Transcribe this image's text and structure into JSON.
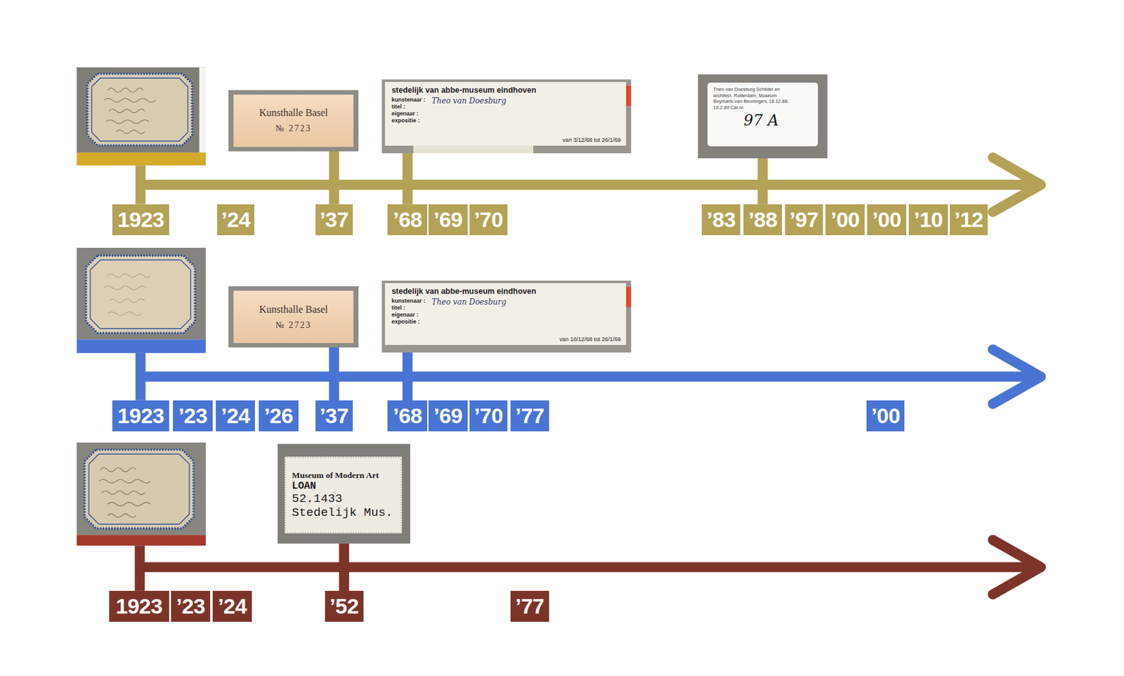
{
  "diagram": {
    "nodes": [
      {
        "text": [
          "Kunsthalle Basel",
          "№ 2723"
        ]
      },
      {
        "text": [
          "stedelijk van abbe-museum eindhoven",
          "kunstenaar :",
          "titel :",
          "eigenaar :",
          "expositie :",
          "Theo van Doesburg",
          "van 3/12/68 tot 26/1/69"
        ]
      },
      {
        "text": [
          "Theo van Doesburg Schilder en architect. Rotterdam, Museum Boymans-van Beuningen, 18.12.88-19.2.89 Cat.nr.",
          "97 A"
        ]
      },
      {
        "text": [
          "1923"
        ]
      },
      {
        "text": [
          "’24"
        ]
      },
      {
        "text": [
          "’37"
        ]
      },
      {
        "text": [
          "’68"
        ]
      },
      {
        "text": [
          "’69"
        ]
      },
      {
        "text": [
          "’70"
        ]
      },
      {
        "text": [
          "’83"
        ]
      },
      {
        "text": [
          "’88"
        ]
      },
      {
        "text": [
          "’97"
        ]
      },
      {
        "text": [
          "’00"
        ]
      },
      {
        "text": [
          "’00"
        ]
      },
      {
        "text": [
          "’10"
        ]
      },
      {
        "text": [
          "’12"
        ]
      },
      {
        "text": [
          "Kunsthalle Basel",
          "№ 2723"
        ]
      },
      {
        "text": [
          "stedelijk van abbe-museum eindhoven",
          "kunstenaar :",
          "titel :",
          "eigenaar :",
          "expositie :",
          "Theo van Doesburg",
          "van 10/12/68 tot 26/1/69"
        ]
      },
      {
        "text": [
          "1923"
        ]
      },
      {
        "text": [
          "’23"
        ]
      },
      {
        "text": [
          "’24"
        ]
      },
      {
        "text": [
          "’26"
        ]
      },
      {
        "text": [
          "’37"
        ]
      },
      {
        "text": [
          "’68"
        ]
      },
      {
        "text": [
          "’69"
        ]
      },
      {
        "text": [
          "’70"
        ]
      },
      {
        "text": [
          "’77"
        ]
      },
      {
        "text": [
          "’00"
        ]
      },
      {
        "text": [
          "Museum of Modern Art",
          "LOAN",
          "52.1433",
          "Stedelijk Mus."
        ]
      },
      {
        "text": [
          "1923"
        ]
      },
      {
        "text": [
          "’23"
        ]
      },
      {
        "text": [
          "’24"
        ]
      },
      {
        "text": [
          "’52"
        ]
      },
      {
        "text": [
          "’77"
        ]
      }
    ],
    "edges": [
      {
        "from": 0,
        "to": 5,
        "arrow": "none"
      },
      {
        "from": 1,
        "to": 6,
        "arrow": "none"
      },
      {
        "from": 2,
        "to": 10,
        "arrow": "none"
      },
      {
        "from": 16,
        "to": 22,
        "arrow": "none"
      },
      {
        "from": 17,
        "to": 23,
        "arrow": "none"
      },
      {
        "from": 28,
        "to": 32,
        "arrow": "none"
      }
    ]
  }
}
